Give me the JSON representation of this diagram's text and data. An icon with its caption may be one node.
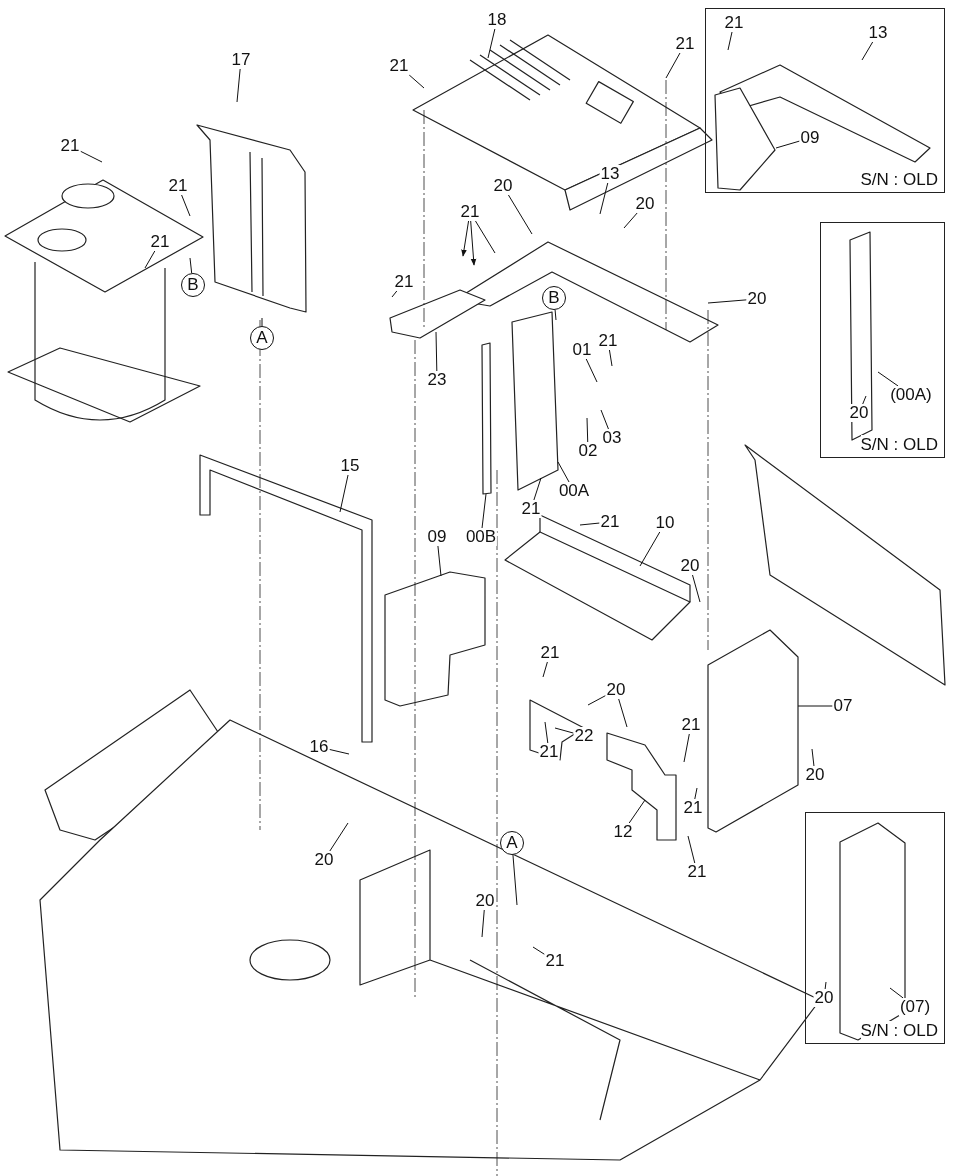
{
  "diagram": {
    "nodes": [
      {
        "text": [
          "S/N : OLD"
        ]
      },
      {
        "text": [
          "21"
        ],
        "in": 0
      },
      {
        "text": [
          "13"
        ],
        "in": 0
      },
      {
        "text": [
          "09"
        ],
        "in": 0
      },
      {
        "text": [
          "21"
        ]
      },
      {
        "text": [
          "18"
        ]
      },
      {
        "text": [
          "21"
        ]
      },
      {
        "text": [
          "17"
        ]
      },
      {
        "text": [
          "21"
        ]
      },
      {
        "text": [
          "21"
        ]
      },
      {
        "text": [
          "21"
        ]
      },
      {
        "text": [
          "B"
        ]
      },
      {
        "text": [
          "S/N : OLD"
        ]
      },
      {
        "text": [
          "(00A)"
        ],
        "in": 12
      },
      {
        "text": [
          "20"
        ],
        "in": 12
      },
      {
        "text": [
          "21"
        ]
      },
      {
        "text": [
          "20"
        ]
      },
      {
        "text": [
          "13"
        ]
      },
      {
        "text": [
          "20"
        ]
      },
      {
        "text": [
          "20"
        ]
      },
      {
        "text": [
          "21"
        ]
      },
      {
        "text": [
          "B"
        ]
      },
      {
        "text": [
          "A"
        ]
      },
      {
        "text": [
          "23"
        ]
      },
      {
        "text": [
          "01"
        ]
      },
      {
        "text": [
          "21"
        ]
      },
      {
        "text": [
          "02"
        ]
      },
      {
        "text": [
          "03"
        ]
      },
      {
        "text": [
          "00A"
        ]
      },
      {
        "text": [
          "21"
        ]
      },
      {
        "text": [
          "15"
        ]
      },
      {
        "text": [
          "00B"
        ]
      },
      {
        "text": [
          "09"
        ]
      },
      {
        "text": [
          "21"
        ]
      },
      {
        "text": [
          "10"
        ]
      },
      {
        "text": [
          "20"
        ]
      },
      {
        "text": [
          "16"
        ]
      },
      {
        "text": [
          "21"
        ]
      },
      {
        "text": [
          "20"
        ]
      },
      {
        "text": [
          "22"
        ]
      },
      {
        "text": [
          "21"
        ]
      },
      {
        "text": [
          "21"
        ]
      },
      {
        "text": [
          "07"
        ]
      },
      {
        "text": [
          "20"
        ]
      },
      {
        "text": [
          "21"
        ]
      },
      {
        "text": [
          "12"
        ]
      },
      {
        "text": [
          "21"
        ]
      },
      {
        "text": [
          "20"
        ]
      },
      {
        "text": [
          "A"
        ]
      },
      {
        "text": [
          "20"
        ]
      },
      {
        "text": [
          "21"
        ]
      },
      {
        "text": [
          "S/N : OLD"
        ]
      },
      {
        "text": [
          "20"
        ],
        "in": 51
      },
      {
        "text": [
          "(07)"
        ],
        "in": 51
      }
    ],
    "edges": [
      {
        "from": 1,
        "to": null,
        "arrow": "none"
      },
      {
        "from": 2,
        "to": null,
        "arrow": "none"
      },
      {
        "from": 3,
        "to": null,
        "arrow": "none"
      },
      {
        "from": 4,
        "to": null,
        "arrow": "none"
      },
      {
        "from": 5,
        "to": null,
        "arrow": "none"
      },
      {
        "from": 6,
        "to": null,
        "arrow": "none"
      },
      {
        "from": 7,
        "to": null,
        "arrow": "none"
      },
      {
        "from": 8,
        "to": null,
        "arrow": "none"
      },
      {
        "from": 9,
        "to": null,
        "arrow": "none"
      },
      {
        "from": 10,
        "to": null,
        "arrow": "none"
      },
      {
        "from": 11,
        "to": null,
        "arrow": "none"
      },
      {
        "from": 13,
        "to": null,
        "arrow": "none"
      },
      {
        "from": 14,
        "to": null,
        "arrow": "none"
      },
      {
        "from": 15,
        "to": null,
        "arrow": "to"
      },
      {
        "from": 15,
        "to": null,
        "arrow": "to"
      },
      {
        "from": 15,
        "to": null,
        "arrow": "none"
      },
      {
        "from": 16,
        "to": null,
        "arrow": "none"
      },
      {
        "from": 17,
        "to": null,
        "arrow": "none"
      },
      {
        "from": 18,
        "to": null,
        "arrow": "none"
      },
      {
        "from": 19,
        "to": null,
        "arrow": "none"
      },
      {
        "from": 20,
        "to": null,
        "arrow": "none"
      },
      {
        "from": 21,
        "to": null,
        "arrow": "none"
      },
      {
        "from": 22,
        "to": null,
        "arrow": "none"
      },
      {
        "from": 23,
        "to": null,
        "arrow": "none"
      },
      {
        "from": 24,
        "to": null,
        "arrow": "none"
      },
      {
        "from": 25,
        "to": null,
        "arrow": "none"
      },
      {
        "from": 26,
        "to": null,
        "arrow": "none"
      },
      {
        "from": 27,
        "to": null,
        "arrow": "none"
      },
      {
        "from": 28,
        "to": null,
        "arrow": "none"
      },
      {
        "from": 29,
        "to": null,
        "arrow": "none"
      },
      {
        "from": 30,
        "to": null,
        "arrow": "none"
      },
      {
        "from": 31,
        "to": null,
        "arrow": "none"
      },
      {
        "from": 32,
        "to": null,
        "arrow": "none"
      },
      {
        "from": 33,
        "to": null,
        "arrow": "none"
      },
      {
        "from": 34,
        "to": null,
        "arrow": "none"
      },
      {
        "from": 35,
        "to": null,
        "arrow": "none"
      },
      {
        "from": 36,
        "to": null,
        "arrow": "none"
      },
      {
        "from": 37,
        "to": null,
        "arrow": "none"
      },
      {
        "from": 38,
        "to": null,
        "arrow": "none"
      },
      {
        "from": 38,
        "to": null,
        "arrow": "none"
      },
      {
        "from": 39,
        "to": null,
        "arrow": "none"
      },
      {
        "from": 40,
        "to": null,
        "arrow": "none"
      },
      {
        "from": 41,
        "to": null,
        "arrow": "none"
      },
      {
        "from": 42,
        "to": null,
        "arrow": "none"
      },
      {
        "from": 43,
        "to": null,
        "arrow": "none"
      },
      {
        "from": 44,
        "to": null,
        "arrow": "none"
      },
      {
        "from": 45,
        "to": null,
        "arrow": "none"
      },
      {
        "from": 46,
        "to": null,
        "arrow": "none"
      },
      {
        "from": 47,
        "to": null,
        "arrow": "none"
      },
      {
        "from": 48,
        "to": null,
        "arrow": "none"
      },
      {
        "from": 49,
        "to": null,
        "arrow": "none"
      },
      {
        "from": 50,
        "to": null,
        "arrow": "none"
      },
      {
        "from": 52,
        "to": null,
        "arrow": "none"
      },
      {
        "from": 53,
        "to": null,
        "arrow": "none"
      }
    ]
  }
}
